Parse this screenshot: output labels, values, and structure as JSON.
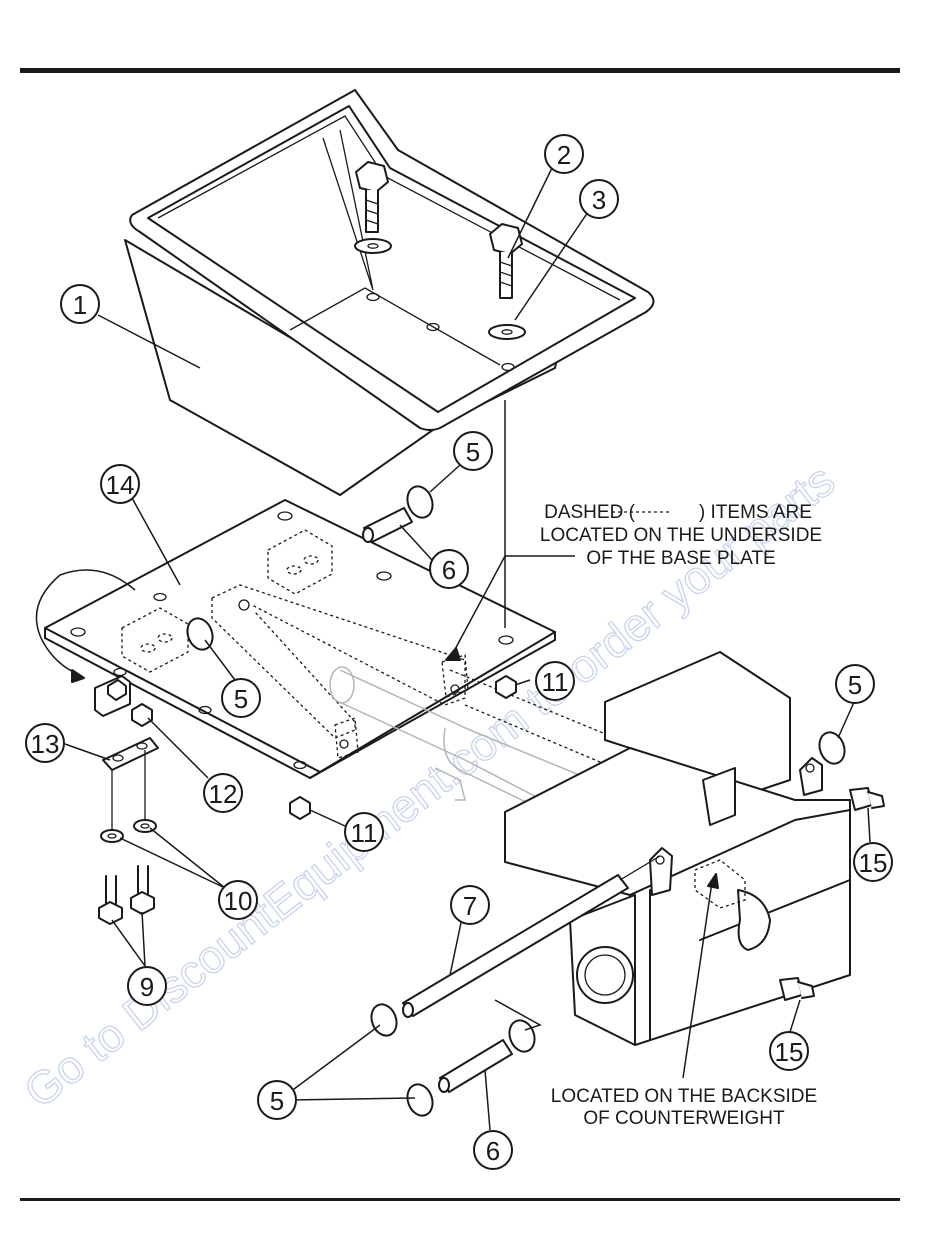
{
  "watermark": "Go to DiscountEquipment.com to order your parts",
  "notes": {
    "dashed_line1_a": "DASHED (",
    "dashed_line1_b": ") ITEMS ARE",
    "dashed_line2": "LOCATED ON THE UNDERSIDE",
    "dashed_line3": "OF THE BASE PLATE",
    "backside_line1": "LOCATED ON THE BACKSIDE",
    "backside_line2": "OF COUNTERWEIGHT"
  },
  "callouts": {
    "c1": "1",
    "c2": "2",
    "c3": "3",
    "c5a": "5",
    "c5b": "5",
    "c5c": "5",
    "c5d": "5",
    "c6a": "6",
    "c6b": "6",
    "c7": "7",
    "c9": "9",
    "c10": "10",
    "c11a": "11",
    "c11b": "11",
    "c12": "12",
    "c13": "13",
    "c14": "14",
    "c15a": "15",
    "c15b": "15"
  }
}
